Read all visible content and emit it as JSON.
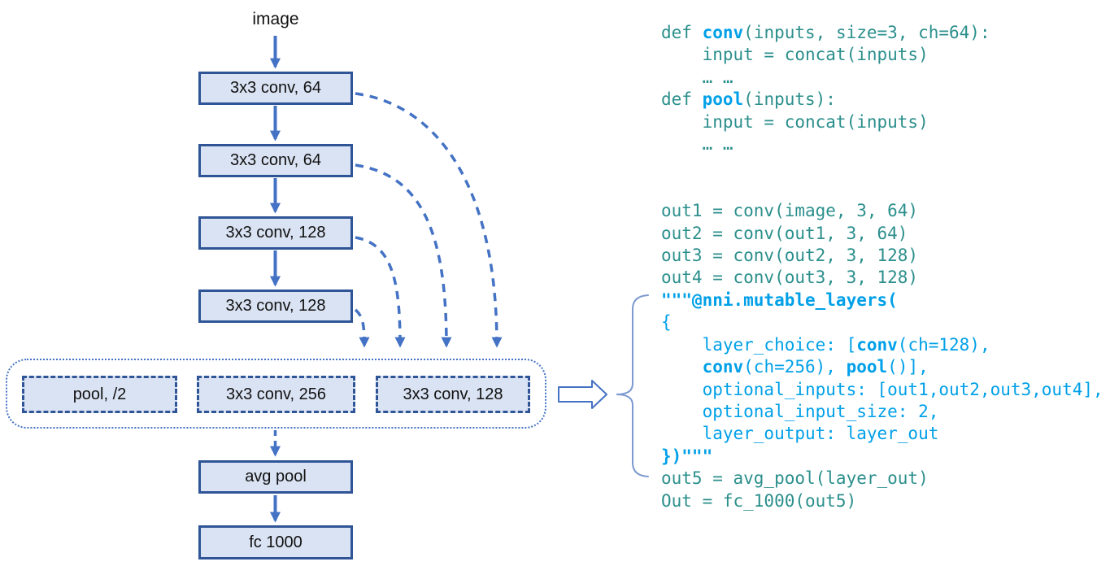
{
  "diagram": {
    "input_label": "image",
    "boxes": {
      "conv1": "3x3 conv, 64",
      "conv2": "3x3 conv, 64",
      "conv3": "3x3 conv, 128",
      "conv4": "3x3 conv, 128",
      "choice_pool": "pool, /2",
      "choice_conv256": "3x3 conv, 256",
      "choice_conv128": "3x3 conv, 128",
      "avg_pool": "avg pool",
      "fc": "fc 1000"
    },
    "colors": {
      "box_fill": "#dae3f3",
      "box_border": "#2f5597",
      "arrow": "#4472c4",
      "brace": "#7d9ad0"
    }
  },
  "code": {
    "colors": {
      "teal": "#2b8f8c",
      "blue": "#00a0e8"
    },
    "lines": [
      [
        {
          "t": "def ",
          "s": "teal"
        },
        {
          "t": "conv",
          "s": "blue-bold"
        },
        {
          "t": "(inputs, size=3, ch=64):",
          "s": "teal"
        }
      ],
      [
        {
          "t": "    input = concat(inputs)",
          "s": "teal"
        }
      ],
      [
        {
          "t": "    … …",
          "s": "teal"
        }
      ],
      [
        {
          "t": "def ",
          "s": "teal"
        },
        {
          "t": "pool",
          "s": "blue-bold"
        },
        {
          "t": "(inputs):",
          "s": "teal"
        }
      ],
      [
        {
          "t": "    input = concat(inputs)",
          "s": "teal"
        }
      ],
      [
        {
          "t": "    … …",
          "s": "teal"
        }
      ],
      [],
      [],
      [
        {
          "t": "out1 = conv(image, 3, 64)",
          "s": "teal"
        }
      ],
      [
        {
          "t": "out2 = conv(out1, 3, 64)",
          "s": "teal"
        }
      ],
      [
        {
          "t": "out3 = conv(out2, 3, 128)",
          "s": "teal"
        }
      ],
      [
        {
          "t": "out4 = conv(out3, 3, 128)",
          "s": "teal"
        }
      ],
      [
        {
          "t": "\"\"\"@nni.mutable_layers(",
          "s": "blue-bold"
        }
      ],
      [
        {
          "t": "{",
          "s": "blue"
        }
      ],
      [
        {
          "t": "    layer_choice: [",
          "s": "blue"
        },
        {
          "t": "conv",
          "s": "blue-bold"
        },
        {
          "t": "(ch=128),",
          "s": "blue"
        }
      ],
      [
        {
          "t": "    ",
          "s": "blue"
        },
        {
          "t": "conv",
          "s": "blue-bold"
        },
        {
          "t": "(ch=256), ",
          "s": "blue"
        },
        {
          "t": "pool",
          "s": "blue-bold"
        },
        {
          "t": "()],",
          "s": "blue"
        }
      ],
      [
        {
          "t": "    optional_inputs: [out1,out2,out3,out4],",
          "s": "blue"
        }
      ],
      [
        {
          "t": "    optional_input_size: 2,",
          "s": "blue"
        }
      ],
      [
        {
          "t": "    layer_output: layer_out",
          "s": "blue"
        }
      ],
      [
        {
          "t": "})\"\"\"",
          "s": "blue-bold"
        }
      ],
      [
        {
          "t": "out5 = avg_pool(layer_out)",
          "s": "teal"
        }
      ],
      [
        {
          "t": "Out = fc_1000(out5)",
          "s": "teal"
        }
      ]
    ]
  }
}
